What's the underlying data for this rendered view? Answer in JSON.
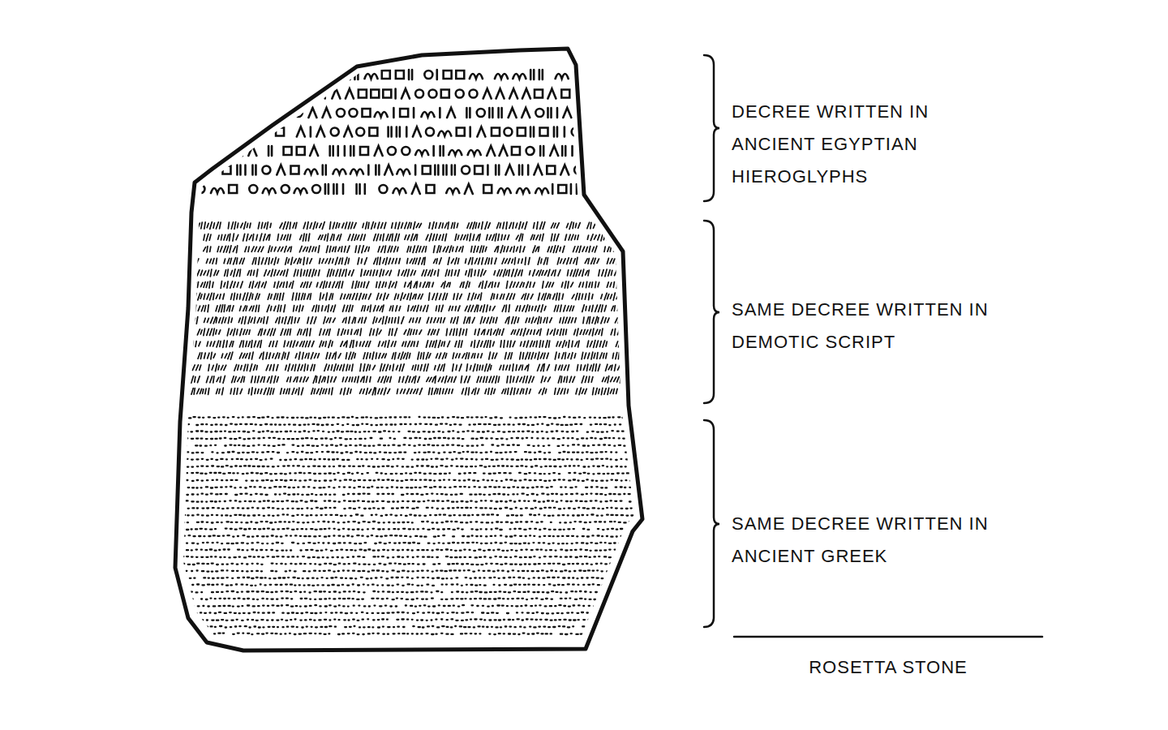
{
  "diagram": {
    "caption": "ROSETTA STONE",
    "labels": [
      "DECREE WRITTEN IN ANCIENT EGYPTIAN HIEROGLYPHS",
      "SAME DECREE WRITTEN IN DEMOTIC SCRIPT",
      "SAME DECREE WRITTEN IN ANCIENT GREEK"
    ]
  }
}
